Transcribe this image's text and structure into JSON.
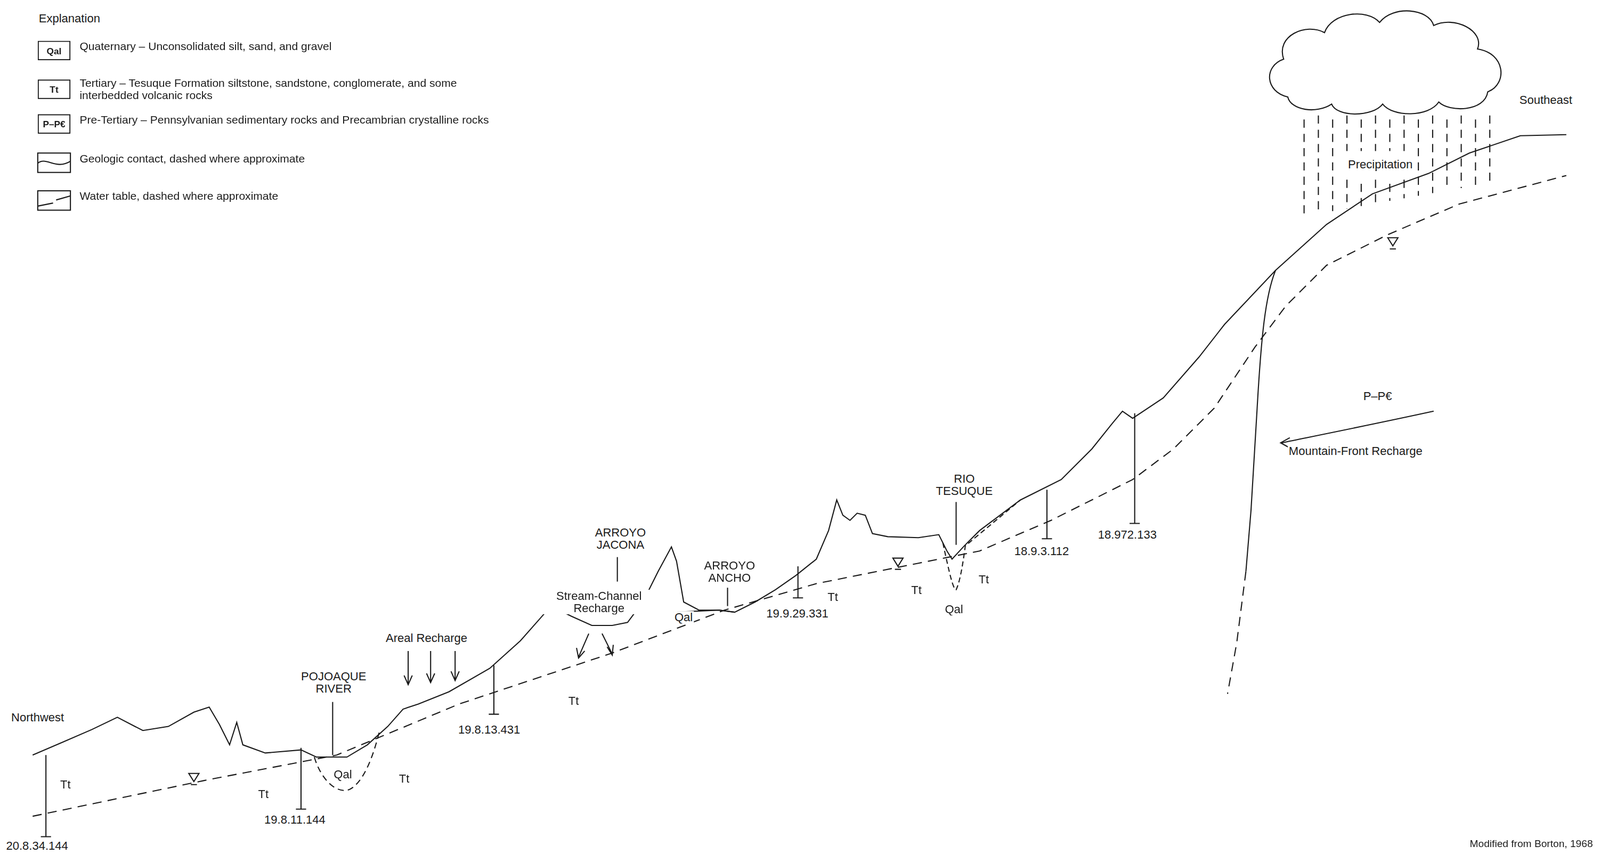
{
  "diagram": {
    "caption": "Modified from Borton, 1968",
    "labels": [
      "Explanation",
      "Qal",
      "Tt",
      "P–P€",
      "Northwest",
      "Southeast",
      "Precipitation",
      "Mountain-Front Recharge",
      "POJOAQUE RIVER",
      "Areal Recharge",
      "ARROYO JACONA",
      "Stream-Channel Recharge",
      "ARROYO ANCHO",
      "RIO TESUQUE",
      "20.8.34.144",
      "19.8.11.144",
      "19.8.13.431",
      "19.9.29.331",
      "18.9.3.112",
      "18.972.133",
      "Tt",
      "Tt",
      "Qal",
      "Tt",
      "Tt",
      "Qal",
      "Tt",
      "Tt",
      "Qal",
      "Tt",
      "P–P€"
    ],
    "legend": [
      {
        "text": "Quaternary – Unconsolidated silt, sand, and gravel"
      },
      {
        "text": "Tertiary – Tesuque Formation siltstone, sandstone, conglomerate, and some interbedded volcanic rocks"
      },
      {
        "text": "Pre-Tertiary – Pennsylvanian sedimentary rocks and Precambrian crystalline rocks"
      },
      {
        "text": "Geologic contact, dashed where approximate"
      },
      {
        "text": "Water table, dashed where approximate"
      }
    ]
  }
}
